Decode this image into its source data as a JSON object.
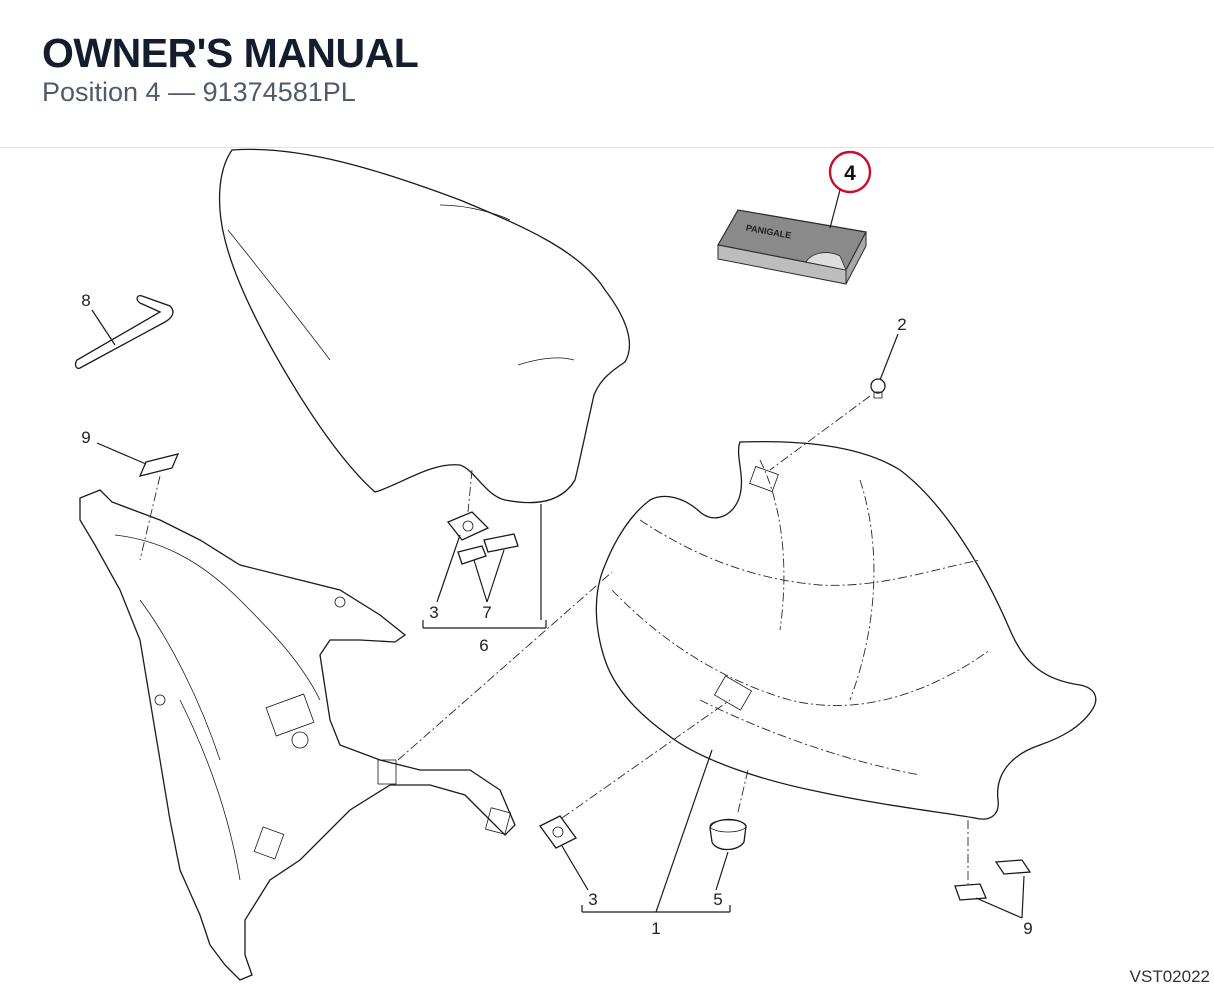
{
  "header": {
    "title": "OWNER'S MANUAL",
    "position_label": "Position 4",
    "separator": "—",
    "part_number": "91374581PL"
  },
  "highlight": {
    "number": "4",
    "color": "#c8102e"
  },
  "manual_booklet": {
    "cover_text": "PANIGALE"
  },
  "callouts": {
    "c1": "1",
    "c2": "2",
    "c3a": "3",
    "c3b": "3",
    "c5": "5",
    "c6": "6",
    "c7": "7",
    "c8": "8",
    "c9a": "9",
    "c9b": "9"
  },
  "drawing_code": "VST02022"
}
